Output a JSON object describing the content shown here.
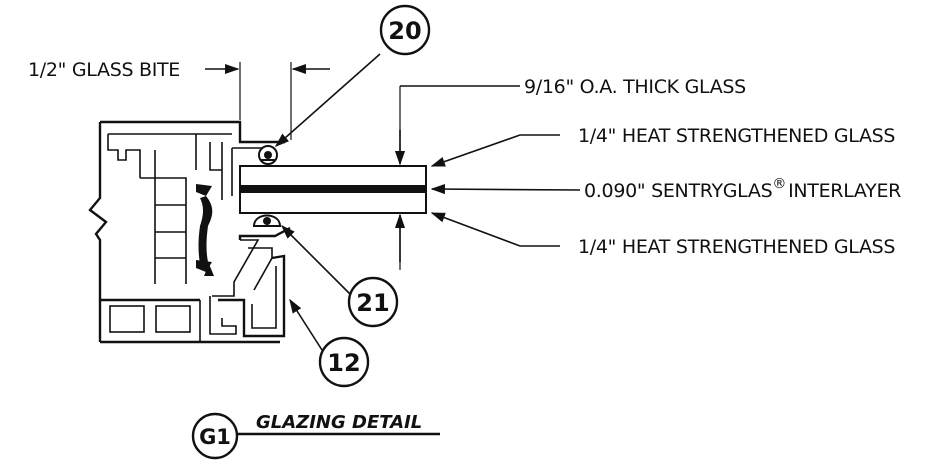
{
  "callouts": {
    "c20": "20",
    "c21": "21",
    "c12": "12",
    "g1": "G1"
  },
  "dimensions": {
    "glass_bite": "1/2\" GLASS BITE",
    "overall_thickness": "9/16\" O.A. THICK GLASS"
  },
  "layers": {
    "outer_glass": "1/4\" HEAT STRENGTHENED GLASS",
    "interlayer_prefix": "0.090\" SENTRYGLAS",
    "interlayer_mark": "®",
    "interlayer_suffix": "INTERLAYER",
    "inner_glass": "1/4\" HEAT STRENGTHENED GLASS"
  },
  "title": "GLAZING DETAIL"
}
